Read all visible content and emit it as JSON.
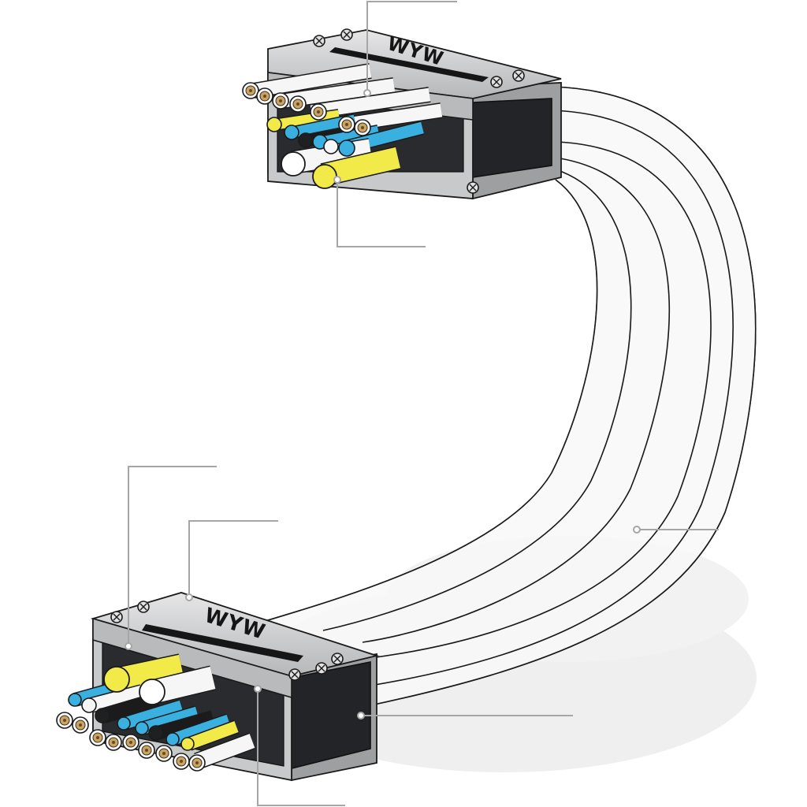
{
  "connectors": [
    {
      "id": "top",
      "brand": "WYW"
    },
    {
      "id": "bottom",
      "brand": "WYW"
    }
  ],
  "colors": {
    "housing_light": "#d9dadb",
    "housing_mid": "#b9bbbd",
    "housing_dark": "#8e9092",
    "gasket": "#222326",
    "cable_white": "#f7f7f7",
    "insulation_blue": "#39b0e0",
    "insulation_yellow": "#f2ea49",
    "insulation_black": "#1f2022",
    "callout_line": "#a6a6a6",
    "shadow": "#ebebeb"
  },
  "icons": [
    "screw-icon",
    "copper-conductor-icon"
  ]
}
